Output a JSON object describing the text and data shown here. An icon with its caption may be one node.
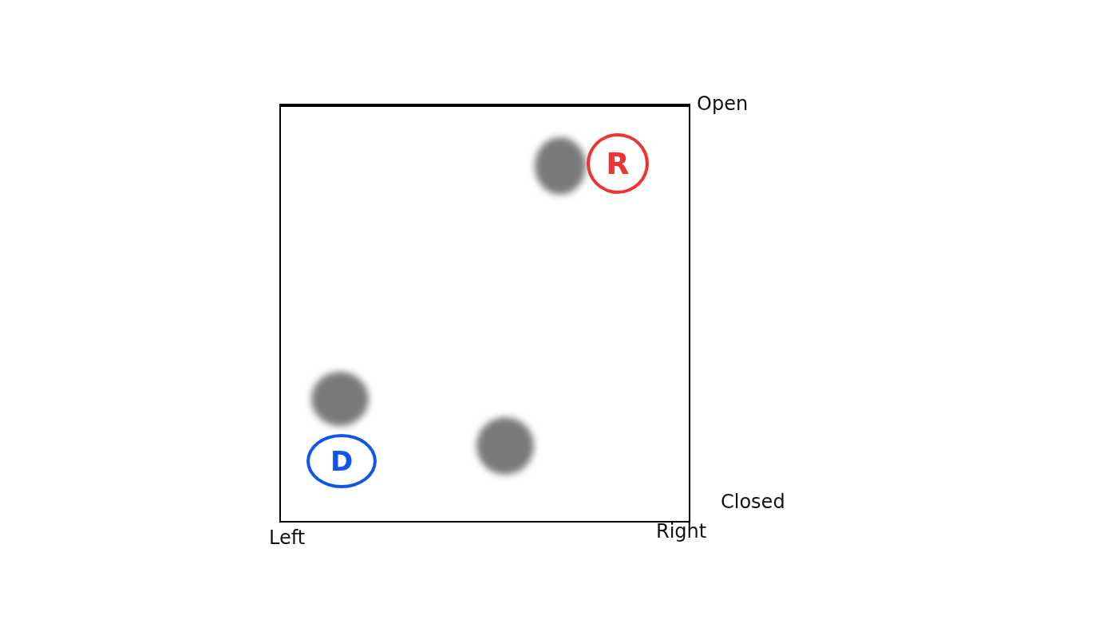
{
  "diagram": {
    "nodes": [
      {
        "text": [],
        "shape": "box"
      },
      {
        "text": [],
        "shape": "circle",
        "in": 0
      },
      {
        "text": [
          "R"
        ],
        "in": 0
      },
      {
        "text": [],
        "shape": "circle",
        "in": 0
      },
      {
        "text": [],
        "shape": "circle",
        "in": 0
      },
      {
        "text": [
          "D"
        ],
        "in": 0
      }
    ],
    "edges": [],
    "labels": [
      "Open",
      "Closed",
      "Left",
      "Right"
    ]
  }
}
